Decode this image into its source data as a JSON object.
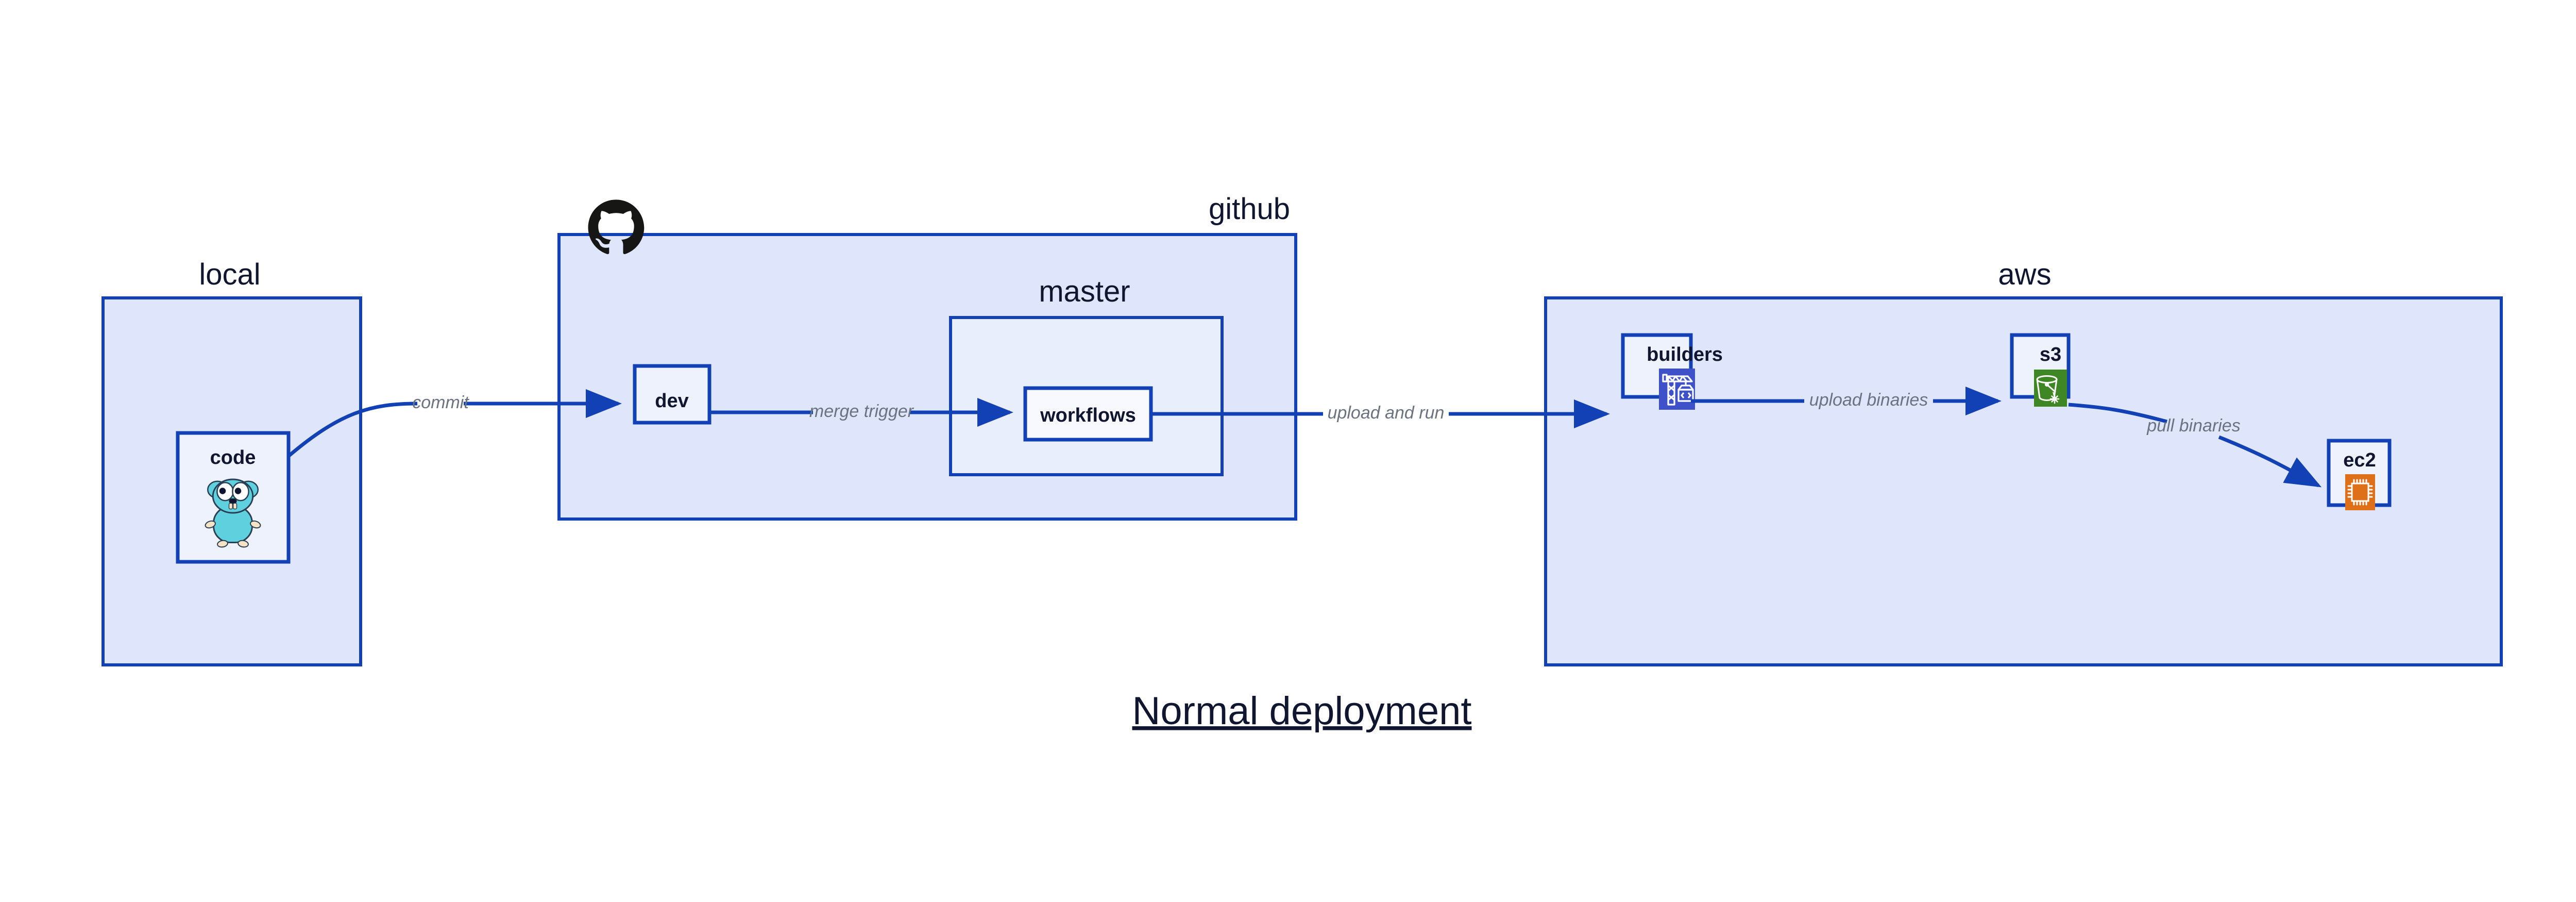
{
  "title": "Normal deployment",
  "colors": {
    "edge": "#1240b5",
    "container_fill": "#dfe6fb",
    "container_inner_fill": "#e8eefc",
    "node_fill": "#eef2fd",
    "node_fill_light": "#f7f9ff",
    "label_text": "#10162f",
    "edge_label_text": "#6b7280",
    "builders_icon_bg": "#3f51c8",
    "s3_icon_bg": "#3f8624",
    "ec2_icon_bg": "#dd7018",
    "gopher_body": "#5fd0dd",
    "github_logo": "#161614"
  },
  "containers": [
    {
      "id": "local",
      "label": "local"
    },
    {
      "id": "github",
      "label": "github"
    },
    {
      "id": "master",
      "label": "master"
    },
    {
      "id": "aws",
      "label": "aws"
    }
  ],
  "nodes": [
    {
      "id": "code",
      "label": "code",
      "icon": "go-gopher-icon"
    },
    {
      "id": "dev",
      "label": "dev",
      "icon": null
    },
    {
      "id": "workflows",
      "label": "workflows",
      "icon": null
    },
    {
      "id": "builders",
      "label": "builders",
      "icon": "aws-codebuild-crane-icon"
    },
    {
      "id": "s3",
      "label": "s3",
      "icon": "aws-s3-bucket-icon"
    },
    {
      "id": "ec2",
      "label": "ec2",
      "icon": "aws-ec2-chip-icon"
    }
  ],
  "edges": [
    {
      "id": "commit",
      "from": "code",
      "to": "dev",
      "label": "commit"
    },
    {
      "id": "merge-trigger",
      "from": "dev",
      "to": "workflows",
      "label": "merge trigger"
    },
    {
      "id": "upload-and-run",
      "from": "workflows",
      "to": "builders",
      "label": "upload and run"
    },
    {
      "id": "upload-binaries",
      "from": "builders",
      "to": "s3",
      "label": "upload binaries"
    },
    {
      "id": "pull-binaries",
      "from": "s3",
      "to": "ec2",
      "label": "pull binaries"
    }
  ],
  "logos": [
    {
      "id": "github-octocat",
      "name": "github-octocat-icon"
    }
  ]
}
